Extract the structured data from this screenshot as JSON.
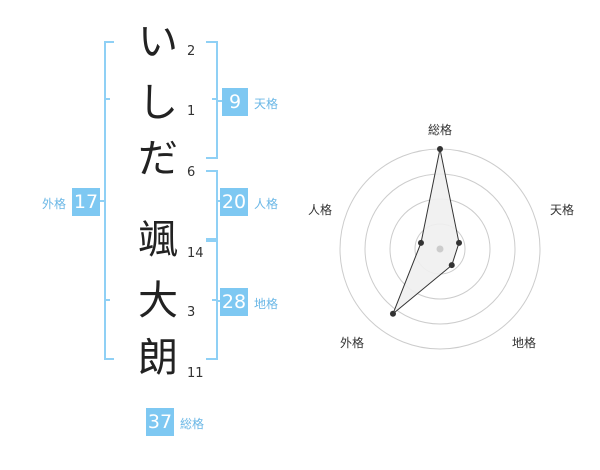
{
  "name": {
    "characters": [
      {
        "char": "い",
        "strokes": "2"
      },
      {
        "char": "し",
        "strokes": "1"
      },
      {
        "char": "だ",
        "strokes": "6"
      },
      {
        "char": "颯",
        "strokes": "14"
      },
      {
        "char": "大",
        "strokes": "3"
      },
      {
        "char": "朗",
        "strokes": "11"
      }
    ]
  },
  "fortune": {
    "tenkaku": {
      "value": "9",
      "label": "天格"
    },
    "jinkaku": {
      "value": "20",
      "label": "人格"
    },
    "chikaku": {
      "value": "28",
      "label": "地格"
    },
    "gaikaku": {
      "value": "17",
      "label": "外格"
    },
    "soukaku": {
      "value": "37",
      "label": "総格"
    }
  },
  "chart_data": {
    "type": "radar",
    "axes": [
      "総格",
      "天格",
      "地格",
      "外格",
      "人格"
    ],
    "values": [
      5,
      1,
      1,
      4,
      1
    ],
    "range": [
      0,
      5
    ],
    "rings": 4,
    "colors": {
      "fill": "#f0f0f0",
      "line": "#333333",
      "ring": "#cccccc",
      "center": "#cccccc"
    }
  }
}
